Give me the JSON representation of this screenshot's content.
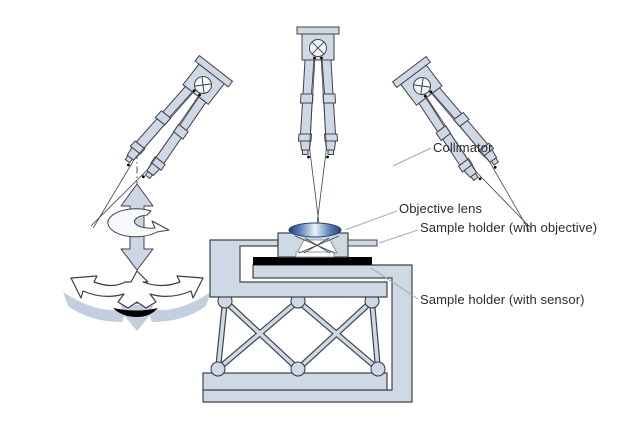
{
  "diagram": {
    "labels": {
      "collimator": "Collimator",
      "objective_lens": "Objective lens",
      "sample_holder_objective": "Sample holder (with objective)",
      "sample_holder_sensor": "Sample holder (with sensor)"
    },
    "colors": {
      "component_fill": "#cfd8e5",
      "outline": "#3f434b",
      "sensor_black": "#000000",
      "lens_dark": "#24426f",
      "lens_light": "#edf3fc",
      "leader_line": "#a9a9a9",
      "shadow_arrow": "#c3cfdf",
      "white_arrow": "#fcfdff",
      "background": "#ffffff"
    }
  }
}
